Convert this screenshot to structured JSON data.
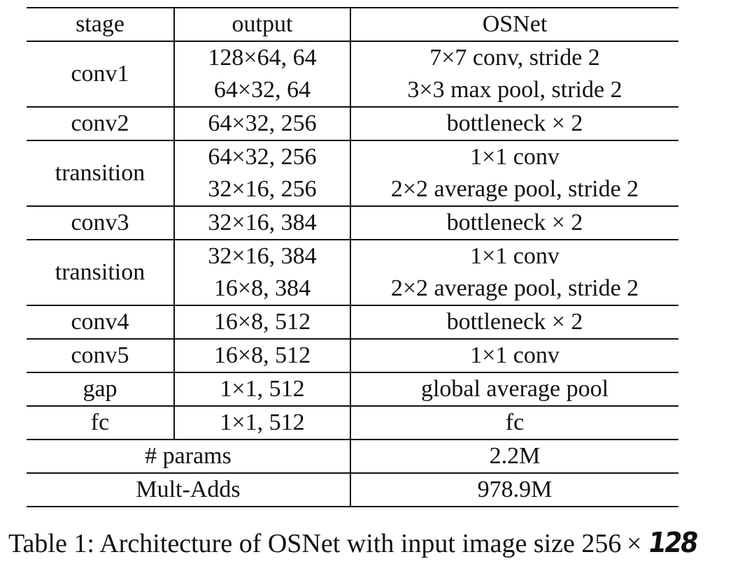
{
  "table": {
    "headers": [
      "stage",
      "output",
      "OSNet"
    ],
    "rows": [
      {
        "stage": "conv1",
        "outputs": [
          "128×64, 64",
          "64×32, 64"
        ],
        "osnet": [
          "7×7 conv, stride 2",
          "3×3 max pool, stride 2"
        ]
      },
      {
        "stage": "conv2",
        "outputs": [
          "64×32, 256"
        ],
        "osnet": [
          "bottleneck × 2"
        ]
      },
      {
        "stage": "transition",
        "outputs": [
          "64×32, 256",
          "32×16, 256"
        ],
        "osnet": [
          "1×1 conv",
          "2×2 average pool, stride 2"
        ]
      },
      {
        "stage": "conv3",
        "outputs": [
          "32×16, 384"
        ],
        "osnet": [
          "bottleneck × 2"
        ]
      },
      {
        "stage": "transition",
        "outputs": [
          "32×16, 384",
          "16×8, 384"
        ],
        "osnet": [
          "1×1 conv",
          "2×2 average pool, stride 2"
        ]
      },
      {
        "stage": "conv4",
        "outputs": [
          "16×8, 512"
        ],
        "osnet": [
          "bottleneck × 2"
        ]
      },
      {
        "stage": "conv5",
        "outputs": [
          "16×8, 512"
        ],
        "osnet": [
          "1×1 conv"
        ]
      },
      {
        "stage": "gap",
        "outputs": [
          "1×1, 512"
        ],
        "osnet": [
          "global average pool"
        ]
      },
      {
        "stage": "fc",
        "outputs": [
          "1×1, 512"
        ],
        "osnet": [
          "fc"
        ]
      }
    ],
    "summary": [
      {
        "label": "# params",
        "value": "2.2M"
      },
      {
        "label": "Mult-Adds",
        "value": "978.9M"
      }
    ]
  },
  "caption": {
    "text": "Table 1: Architecture of OSNet with input image size 256 × ",
    "handwritten": "128"
  }
}
